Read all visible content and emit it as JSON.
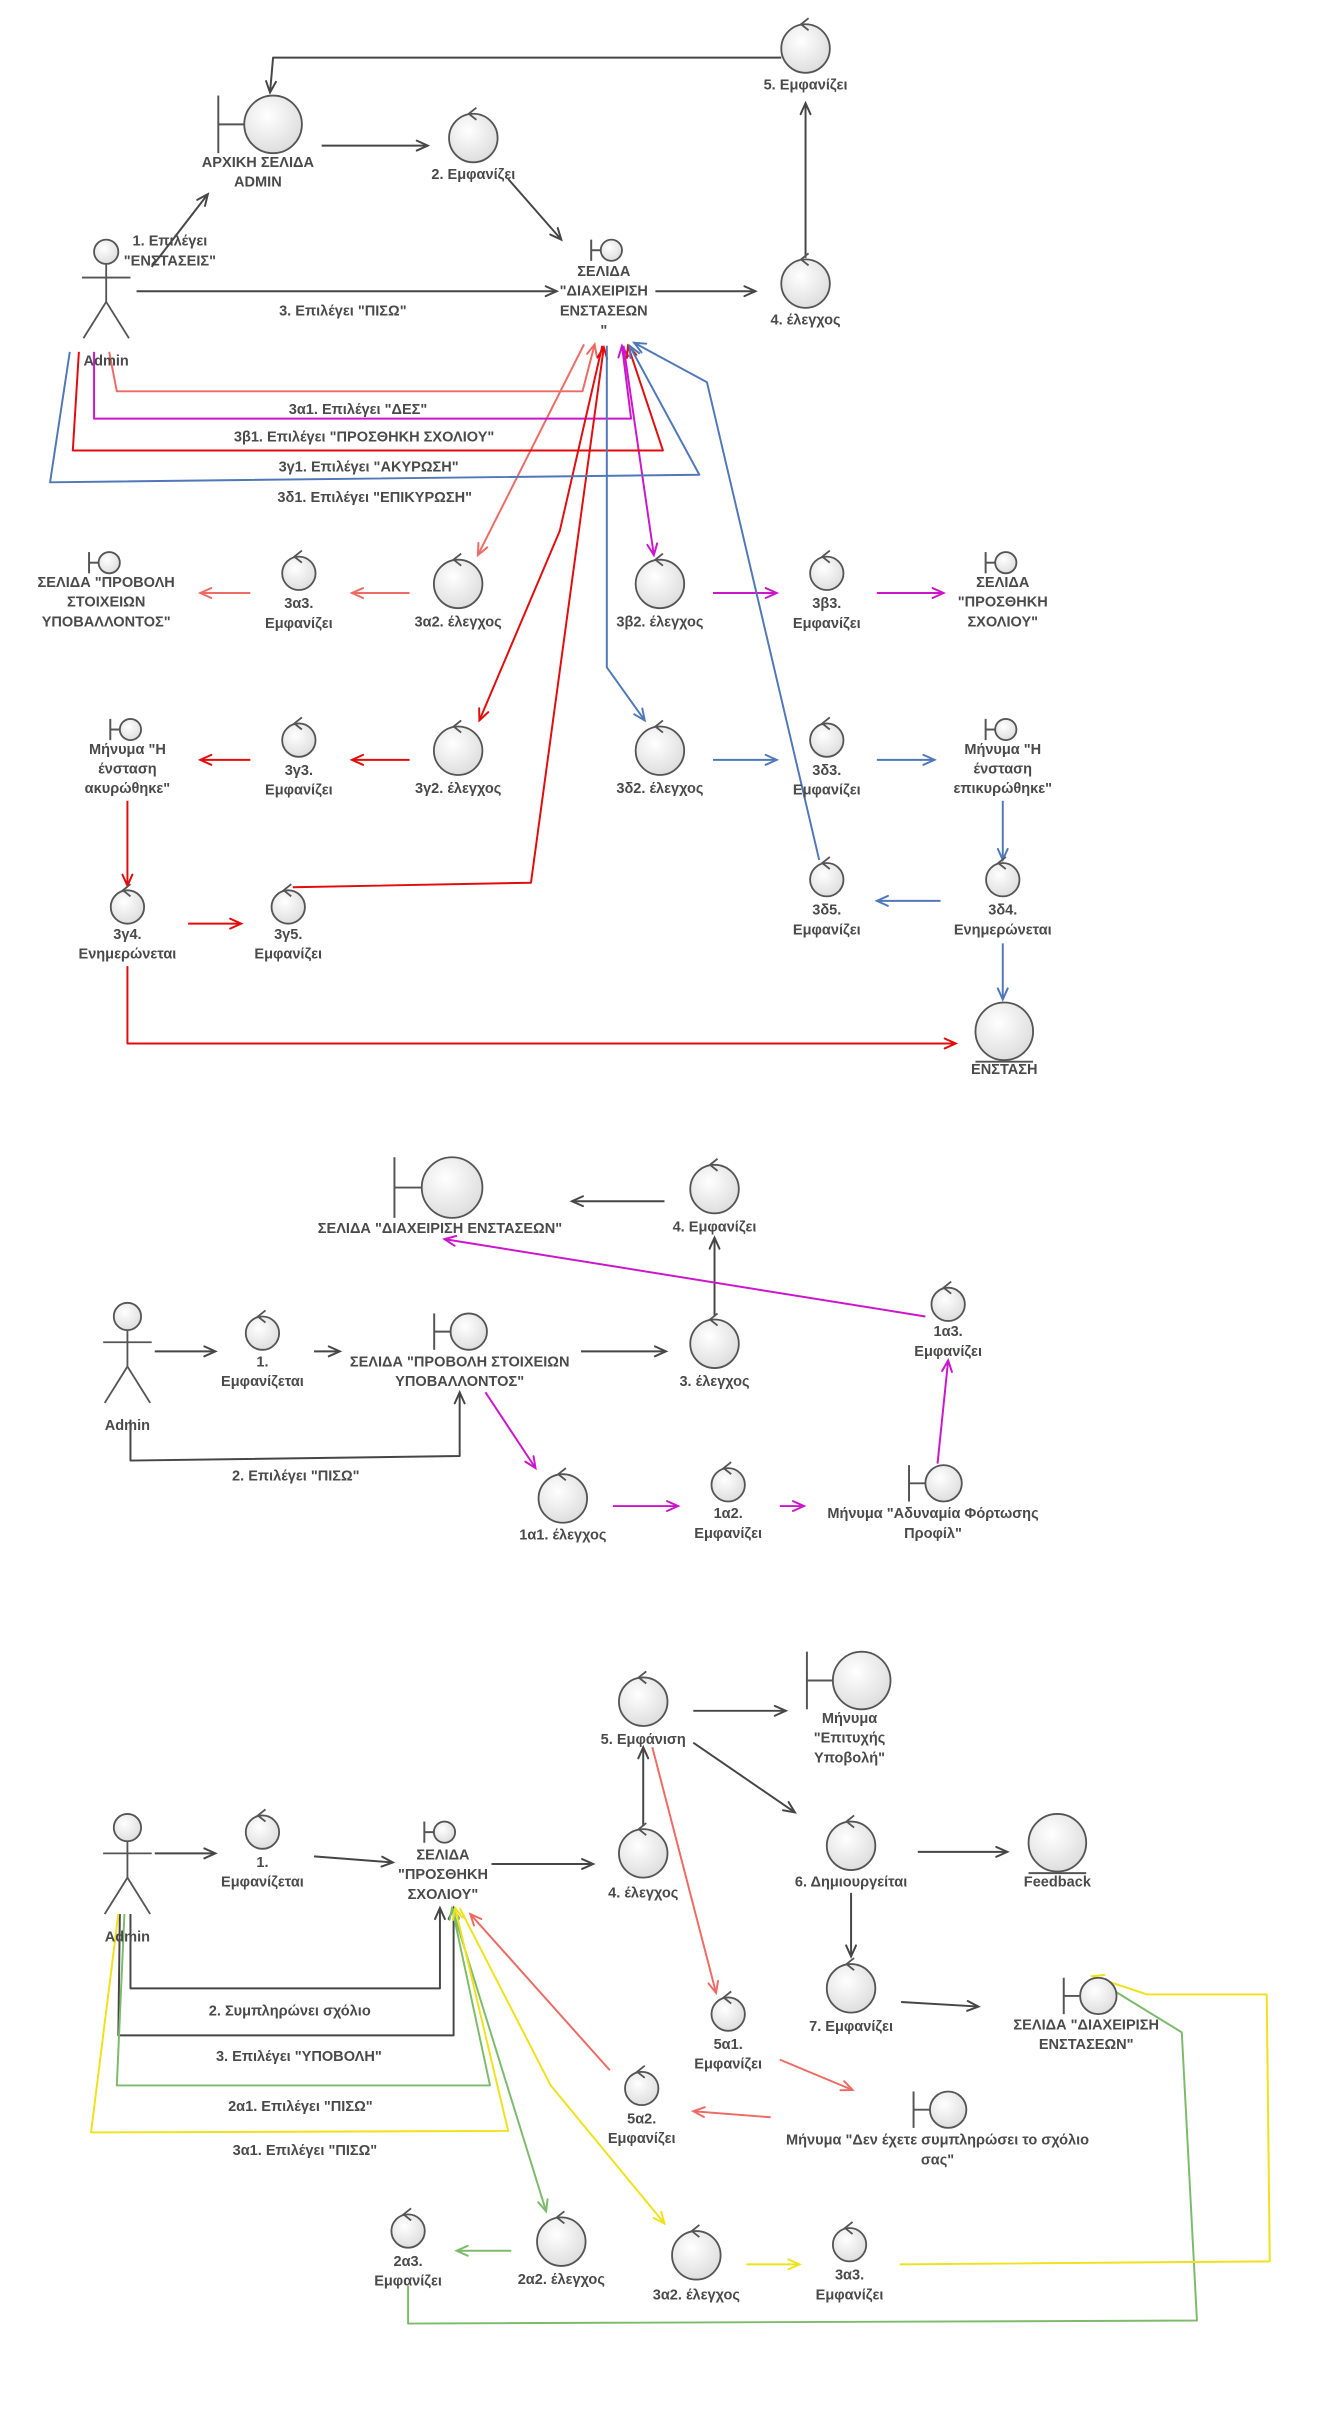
{
  "colors": {
    "line_black": "#464646",
    "line_salmon": "#ee6a64",
    "line_magenta": "#cc16cc",
    "line_red": "#e30b0b",
    "line_blue": "#5078b8",
    "line_green": "#7dbb6c",
    "line_yellow": "#efe21a",
    "label_text": "#4a4a4a",
    "node_fill": "#ececec",
    "node_stroke": "#555555"
  },
  "diagram1": {
    "nodes": {
      "admin": {
        "kind": "actor",
        "lines": [
          "Admin"
        ]
      },
      "home": {
        "kind": "boundary",
        "lines": [
          "ΑΡΧΙΚΗ ΣΕΛΙΔΑ",
          "ADMIN"
        ]
      },
      "c2": {
        "kind": "control",
        "lines": [
          "2. Εμφανίζει"
        ]
      },
      "c5": {
        "kind": "control",
        "lines": [
          "5. Εμφανίζει"
        ]
      },
      "c4": {
        "kind": "control",
        "lines": [
          "4. έλεγχος"
        ]
      },
      "manage": {
        "kind": "boundary",
        "lines": [
          "ΣΕΛΙΔΑ",
          "\"ΔΙΑΧΕΙΡΙΣΗ",
          "ΕΝΣΤΑΣΕΩΝ",
          "\""
        ]
      },
      "view_page": {
        "kind": "boundary",
        "lines": [
          "ΣΕΛΙΔΑ \"ΠΡΟΒΟΛΗ",
          "ΣΤΟΙΧΕΙΩΝ",
          "ΥΠΟΒΑΛΛΟΝΤΟΣ\""
        ]
      },
      "a3": {
        "kind": "control",
        "lines": [
          "3α3.",
          "Εμφανίζει"
        ]
      },
      "a2": {
        "kind": "control",
        "lines": [
          "3α2. έλεγχος"
        ]
      },
      "b2": {
        "kind": "control",
        "lines": [
          "3β2. έλεγχος"
        ]
      },
      "b3": {
        "kind": "control",
        "lines": [
          "3β3.",
          "Εμφανίζει"
        ]
      },
      "add_page": {
        "kind": "boundary",
        "lines": [
          "ΣΕΛΙΔΑ",
          "\"ΠΡΟΣΘΗΚΗ",
          "ΣΧΟΛΙΟΥ\""
        ]
      },
      "msg_cancel": {
        "kind": "boundary",
        "lines": [
          "Μήνυμα \"Η",
          "ένσταση",
          "ακυρώθηκε\""
        ]
      },
      "g3": {
        "kind": "control",
        "lines": [
          "3γ3.",
          "Εμφανίζει"
        ]
      },
      "g2": {
        "kind": "control",
        "lines": [
          "3γ2. έλεγχος"
        ]
      },
      "d2": {
        "kind": "control",
        "lines": [
          "3δ2. έλεγχος"
        ]
      },
      "d3": {
        "kind": "control",
        "lines": [
          "3δ3.",
          "Εμφανίζει"
        ]
      },
      "msg_confirm": {
        "kind": "boundary",
        "lines": [
          "Μήνυμα \"Η",
          "ένσταση",
          "επικυρώθηκε\""
        ]
      },
      "g4": {
        "kind": "control",
        "lines": [
          "3γ4.",
          "Ενημερώνεται"
        ]
      },
      "g5": {
        "kind": "control",
        "lines": [
          "3γ5.",
          "Εμφανίζει"
        ]
      },
      "d5": {
        "kind": "control",
        "lines": [
          "3δ5.",
          "Εμφανίζει"
        ]
      },
      "d4": {
        "kind": "control",
        "lines": [
          "3δ4.",
          "Ενημερώνεται"
        ]
      },
      "entity": {
        "kind": "entity",
        "lines": [
          "ΕΝΣΤΑΣΗ"
        ]
      }
    },
    "edge_labels": {
      "e1": [
        "1. Επιλέγει",
        "\"ΕΝΣΤΑΣΕΙΣ\""
      ],
      "e3": [
        "3. Επιλέγει \"ΠΙΣΩ\""
      ],
      "a1": [
        "3α1. Επιλέγει \"ΔΕΣ\""
      ],
      "b1": [
        "3β1. Επιλέγει \"ΠΡΟΣΘΗΚΗ ΣΧΟΛΙΟΥ\""
      ],
      "g1": [
        "3γ1. Επιλέγει \"ΑΚΥΡΩΣΗ\""
      ],
      "d1": [
        "3δ1. Επιλέγει \"ΕΠΙΚΥΡΩΣΗ\""
      ]
    }
  },
  "diagram2": {
    "nodes": {
      "manage": {
        "kind": "boundary",
        "lines": [
          "ΣΕΛΙΔΑ \"ΔΙΑΧΕΙΡΙΣΗ ΕΝΣΤΑΣΕΩΝ\""
        ]
      },
      "c4": {
        "kind": "control",
        "lines": [
          "4. Εμφανίζει"
        ]
      },
      "admin": {
        "kind": "actor",
        "lines": [
          "Admin"
        ]
      },
      "c1": {
        "kind": "control",
        "lines": [
          "1.",
          "Εμφανίζεται"
        ]
      },
      "view_page": {
        "kind": "boundary",
        "lines": [
          "ΣΕΛΙΔΑ \"ΠΡΟΒΟΛΗ ΣΤΟΙΧΕΙΩΝ",
          "ΥΠΟΒΑΛΛΟΝΤΟΣ\""
        ]
      },
      "c3": {
        "kind": "control",
        "lines": [
          "3. έλεγχος"
        ]
      },
      "a3": {
        "kind": "control",
        "lines": [
          "1α3.",
          "Εμφανίζει"
        ]
      },
      "a1": {
        "kind": "control",
        "lines": [
          "1α1. έλεγχος"
        ]
      },
      "a2": {
        "kind": "control",
        "lines": [
          "1α2.",
          "Εμφανίζει"
        ]
      },
      "msg_fail": {
        "kind": "boundary",
        "lines": [
          "Μήνυμα \"Αδυναμία Φόρτωσης",
          "Προφίλ\""
        ]
      }
    },
    "edge_labels": {
      "e2": [
        "2. Επιλέγει \"ΠΙΣΩ\""
      ]
    }
  },
  "diagram3": {
    "nodes": {
      "c5": {
        "kind": "control",
        "lines": [
          "5. Εμφάνιση"
        ]
      },
      "msg_ok": {
        "kind": "boundary",
        "lines": [
          "Μήνυμα",
          "\"Επιτυχής",
          "Υποβολή\""
        ]
      },
      "admin": {
        "kind": "actor",
        "lines": [
          "Admin"
        ]
      },
      "c1": {
        "kind": "control",
        "lines": [
          "1.",
          "Εμφανίζεται"
        ]
      },
      "add_page": {
        "kind": "boundary",
        "lines": [
          "ΣΕΛΙΔΑ",
          "\"ΠΡΟΣΘΗΚΗ",
          "ΣΧΟΛΙΟΥ\""
        ]
      },
      "c4": {
        "kind": "control",
        "lines": [
          "4. έλεγχος"
        ]
      },
      "c6": {
        "kind": "control",
        "lines": [
          "6. Δημιουργείται"
        ]
      },
      "feedback": {
        "kind": "entity",
        "lines": [
          "Feedback"
        ]
      },
      "c7": {
        "kind": "control",
        "lines": [
          "7. Εμφανίζει"
        ]
      },
      "manage": {
        "kind": "boundary",
        "lines": [
          "ΣΕΛΙΔΑ \"ΔΙΑΧΕΙΡΙΣΗ",
          "ΕΝΣΤΑΣΕΩΝ\""
        ]
      },
      "a51": {
        "kind": "control",
        "lines": [
          "5α1.",
          "Εμφανίζει"
        ]
      },
      "a52": {
        "kind": "control",
        "lines": [
          "5α2.",
          "Εμφανίζει"
        ]
      },
      "msg_empty": {
        "kind": "boundary",
        "lines": [
          "Μήνυμα \"Δεν έχετε συμπληρώσει το σχόλιο",
          "σας\""
        ]
      },
      "a23": {
        "kind": "control",
        "lines": [
          "2α3.",
          "Εμφανίζει"
        ]
      },
      "a22": {
        "kind": "control",
        "lines": [
          "2α2. έλεγχος"
        ]
      },
      "a32": {
        "kind": "control",
        "lines": [
          "3α2. έλεγχος"
        ]
      },
      "a33": {
        "kind": "control",
        "lines": [
          "3α3.",
          "Εμφανίζει"
        ]
      }
    },
    "edge_labels": {
      "e2": [
        "2. Συμπληρώνει σχόλιο"
      ],
      "e3": [
        "3. Επιλέγει \"ΥΠΟΒΟΛΗ\""
      ],
      "a21": [
        "2α1. Επιλέγει \"ΠΙΣΩ\""
      ],
      "a31": [
        "3α1. Επιλέγει \"ΠΙΣΩ\""
      ]
    }
  }
}
